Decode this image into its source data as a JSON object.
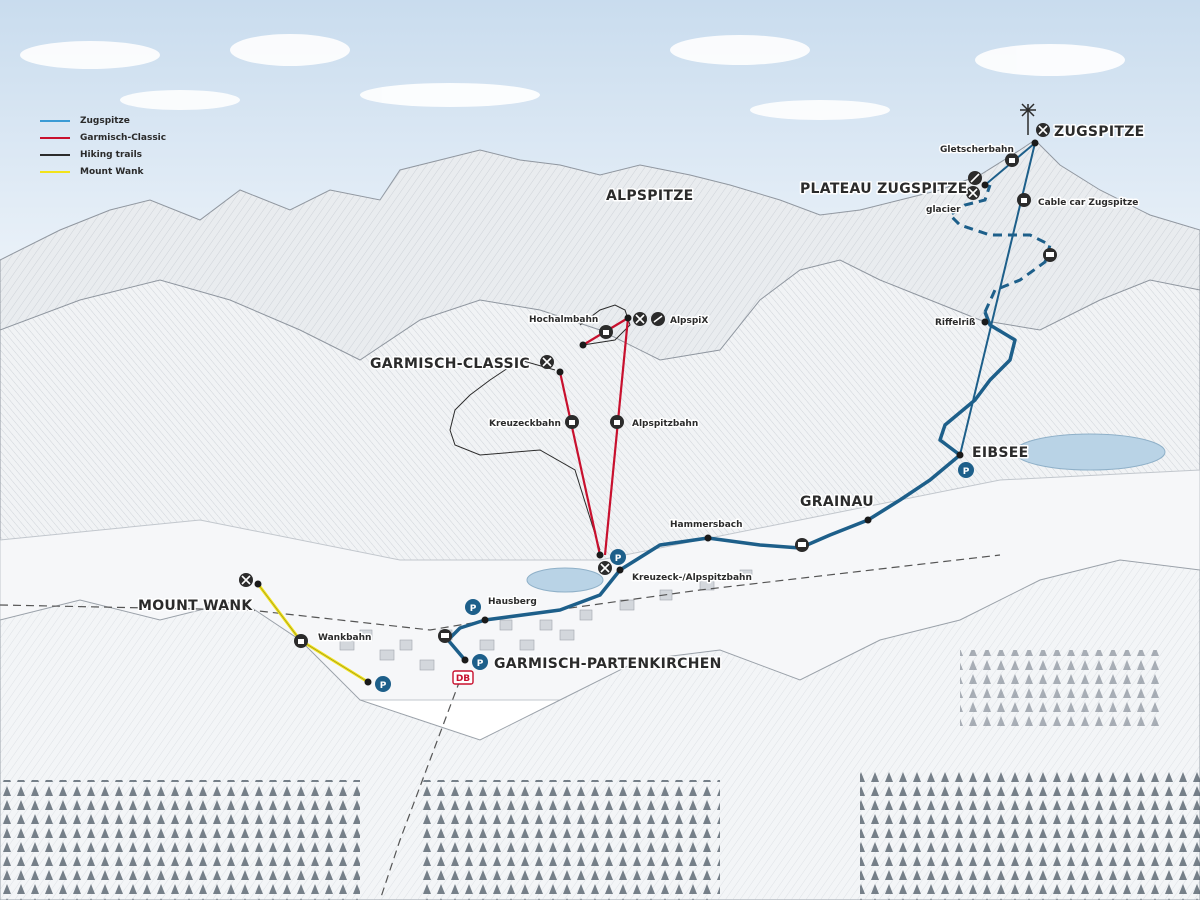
{
  "legend": [
    {
      "label": "Zugspitze",
      "color": "#3a9bd5"
    },
    {
      "label": "Garmisch-Classic",
      "color": "#c8102e"
    },
    {
      "label": "Hiking trails",
      "color": "#2b2b2b"
    },
    {
      "label": "Mount Wank",
      "color": "#f2e31b"
    }
  ],
  "colors": {
    "zugspitze_route": "#1d5f8a",
    "garmisch_classic_route": "#c8102e",
    "hiking_route": "#2b2b2b",
    "wank_route": "#f2e31b",
    "parking_badge": "#1d5f8a",
    "db_badge": "#c8102e",
    "sky": "#d6e6f3",
    "lake": "#b9d3e6"
  },
  "regions": {
    "zugspitze": "ZUGSPITZE",
    "plateau": "PLATEAU ZUGSPITZE",
    "alpspitze": "ALPSPITZE",
    "garmisch_classic": "GARMISCH-CLASSIC",
    "eibsee": "EIBSEE",
    "grainau": "GRAINAU",
    "mount_wank": "MOUNT WANK",
    "garmisch_partenkirchen": "GARMISCH-PARTENKIRCHEN"
  },
  "stations": {
    "gletscherbahn": "Gletscherbahn",
    "glacier": "glacier",
    "cable_car_zugspitze": "Cable car Zugspitze",
    "riffelriss": "Riffelriß",
    "hochalmbahn": "Hochalmbahn",
    "alpspix": "AlpspiX",
    "kreuzeckbahn": "Kreuzeckbahn",
    "alpspitzbahn": "Alpspitzbahn",
    "hammersbach": "Hammersbach",
    "kreuzeck_alpspitzbahn": "Kreuzeck-/Alpspitzbahn",
    "hausberg": "Hausberg",
    "wankbahn": "Wankbahn"
  },
  "badges": {
    "parking": "P",
    "rail": "DB"
  }
}
